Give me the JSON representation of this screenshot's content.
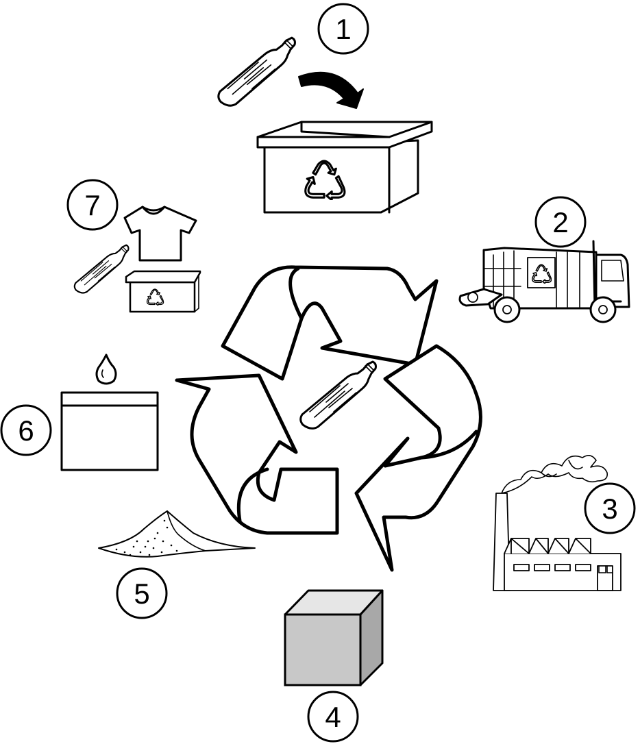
{
  "steps": [
    {
      "label": "1",
      "icon": "bottle-into-recycling-bin-icon"
    },
    {
      "label": "2",
      "icon": "garbage-truck-icon"
    },
    {
      "label": "3",
      "icon": "factory-icon"
    },
    {
      "label": "4",
      "icon": "compressed-block-icon"
    },
    {
      "label": "5",
      "icon": "plastic-flakes-icon"
    },
    {
      "label": "6",
      "icon": "molten-plastic-container-icon"
    },
    {
      "label": "7",
      "icon": "new-products-icon"
    }
  ],
  "colors": {
    "line": "#000000",
    "background": "#ffffff",
    "block_front": "#c8c8c8",
    "block_side": "#a8a8a8"
  }
}
